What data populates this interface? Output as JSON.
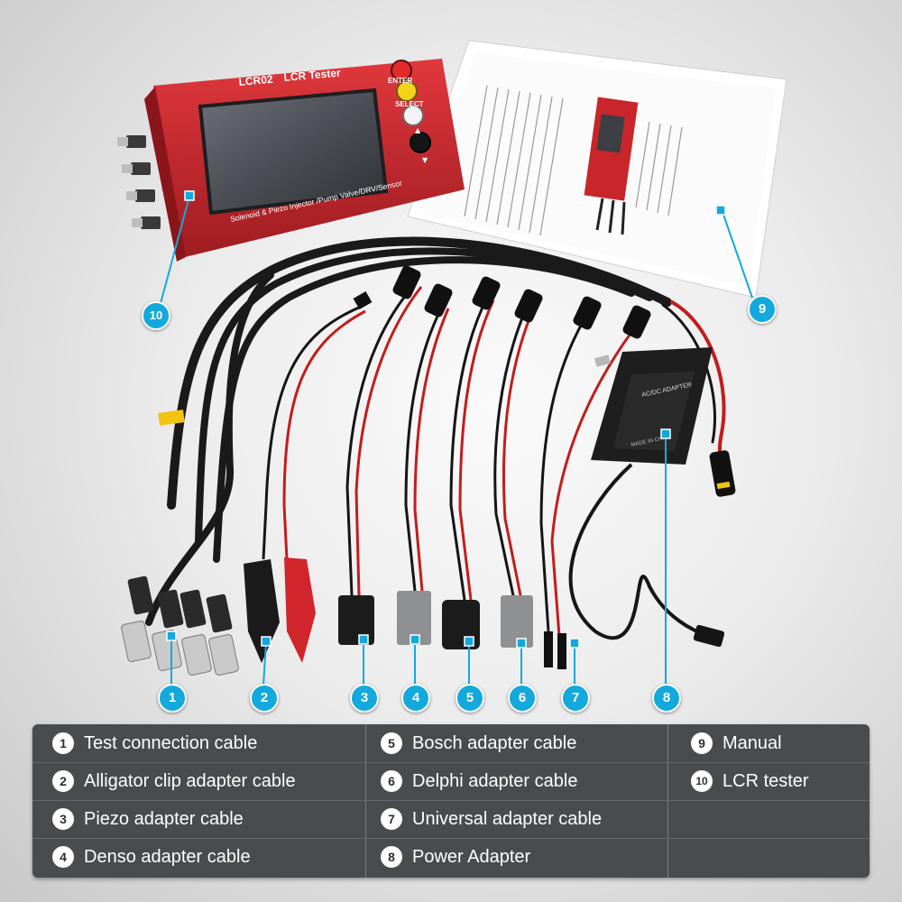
{
  "device": {
    "model": "LCR02",
    "name": "LCR Tester",
    "subtitle": "Solenoid & Piezo Injector /Pump Valve/DRV/Sensor",
    "buttons": {
      "enter": "ENTER",
      "select": "SELECT"
    }
  },
  "adapter_label": {
    "line1": "AC/DC ADAPTER",
    "line2": "MADE IN CHINA"
  },
  "callouts": [
    "1",
    "2",
    "3",
    "4",
    "5",
    "6",
    "7",
    "8",
    "9",
    "10"
  ],
  "legend": [
    {
      "num": "1",
      "label": "Test connection cable"
    },
    {
      "num": "2",
      "label": "Alligator clip adapter cable"
    },
    {
      "num": "3",
      "label": "Piezo adapter cable"
    },
    {
      "num": "4",
      "label": "Denso adapter cable"
    },
    {
      "num": "5",
      "label": "Bosch adapter cable"
    },
    {
      "num": "6",
      "label": "Delphi adapter cable"
    },
    {
      "num": "7",
      "label": "Universal adapter cable"
    },
    {
      "num": "8",
      "label": "Power Adapter"
    },
    {
      "num": "9",
      "label": "Manual"
    },
    {
      "num": "10",
      "label": "LCR tester"
    }
  ],
  "colors": {
    "callout": "#14a9dc",
    "device_body": "#c8262b",
    "legend_bg": "#4a4b4d"
  }
}
